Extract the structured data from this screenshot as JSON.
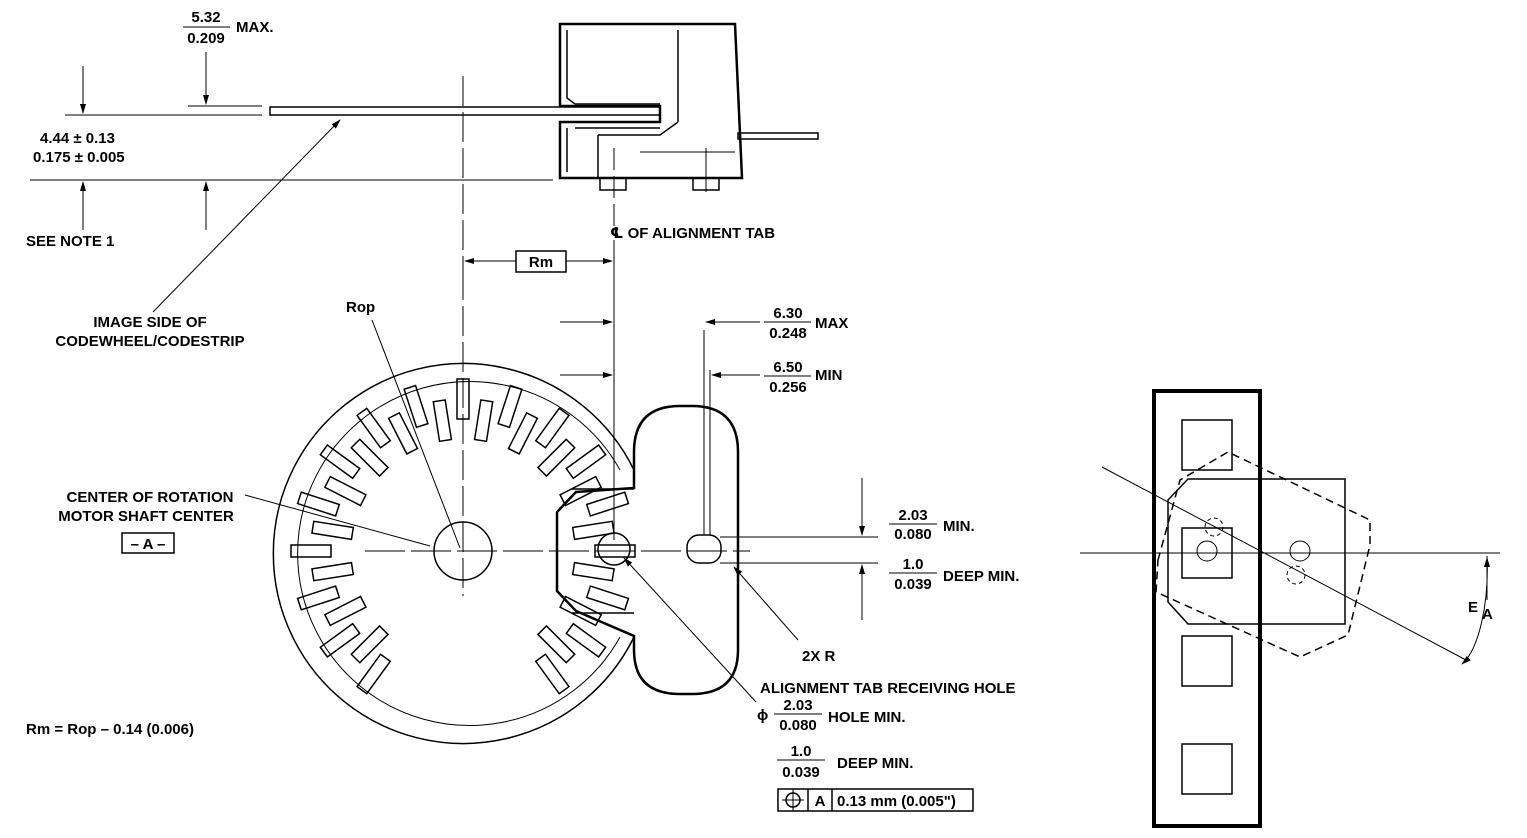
{
  "top_view": {
    "max_dim": {
      "num": "5.32",
      "den": "0.209",
      "suffix": "MAX."
    },
    "gap_dim": {
      "line1": "4.44 ± 0.13",
      "line2": "0.175 ± 0.005"
    },
    "see_note": "SEE NOTE 1",
    "centerline_label": "℄ OF ALIGNMENT TAB",
    "rm_box": "Rm"
  },
  "front_view": {
    "image_side": {
      "line1": "IMAGE SIDE OF",
      "line2": "CODEWHEEL/CODESTRIP"
    },
    "rop": "Rop",
    "tab_max": {
      "num": "6.30",
      "den": "0.248",
      "suffix": "MAX"
    },
    "tab_min": {
      "num": "6.50",
      "den": "0.256",
      "suffix": "MIN"
    },
    "center": {
      "line1": "CENTER OF ROTATION",
      "line2": "MOTOR SHAFT CENTER",
      "datum": "– A –"
    },
    "slot_min": {
      "num": "2.03",
      "den": "0.080",
      "suffix": "MIN."
    },
    "slot_deep": {
      "num": "1.0",
      "den": "0.039",
      "suffix": "DEEP MIN."
    },
    "two_x_r": "2X R",
    "receiving_hole": {
      "title": "ALIGNMENT TAB RECEIVING HOLE",
      "phi": "ϕ",
      "num": "2.03",
      "den": "0.080",
      "suffix": "HOLE MIN.",
      "deep_num": "1.0",
      "deep_den": "0.039",
      "deep_suffix": "DEEP MIN."
    },
    "tolerance": {
      "datum": "A",
      "value": "0.13 mm (0.005\")"
    },
    "rm_formula": "Rm = Rop – 0.14 (0.006)"
  },
  "side_view": {
    "angle_label": "E",
    "angle_subscript": "A"
  }
}
